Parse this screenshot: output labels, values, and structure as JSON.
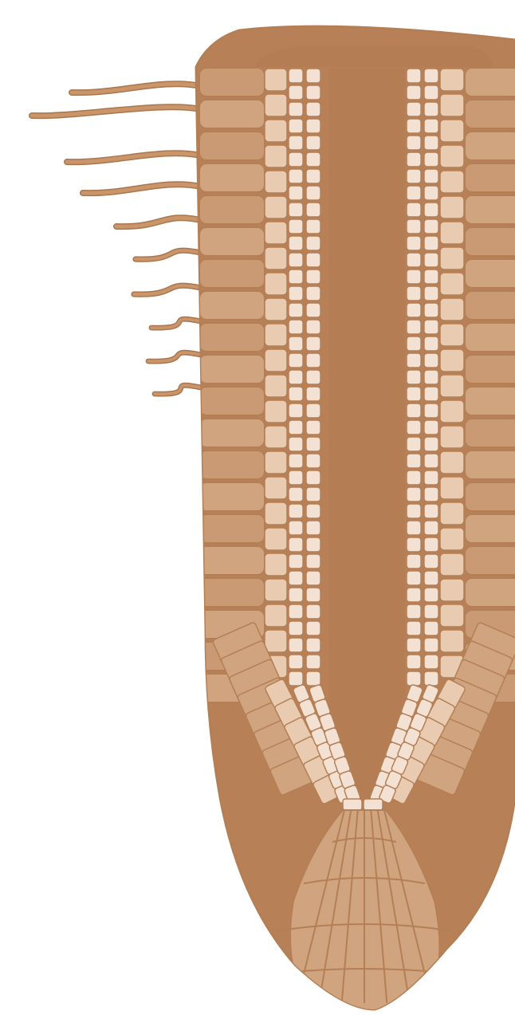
{
  "figure": {
    "subject": "root-tip-longitudinal-section",
    "labels": [],
    "colors": {
      "background": "#ffffff",
      "outline": "#b57f56",
      "cortex_fill": "#d0a47f",
      "cortex_dark": "#c99a74",
      "cap_fill": "#b88057",
      "stele_fill": "#b57d53",
      "endodermis_fill": "#e8cbb0",
      "pericycle_fill": "#f3e2d3",
      "root_hair": "#c99569",
      "root_hair_edge": "#a9764f"
    },
    "root_hair_count": 10,
    "cortex_rows": 20,
    "cap_fan_columns": 6
  }
}
